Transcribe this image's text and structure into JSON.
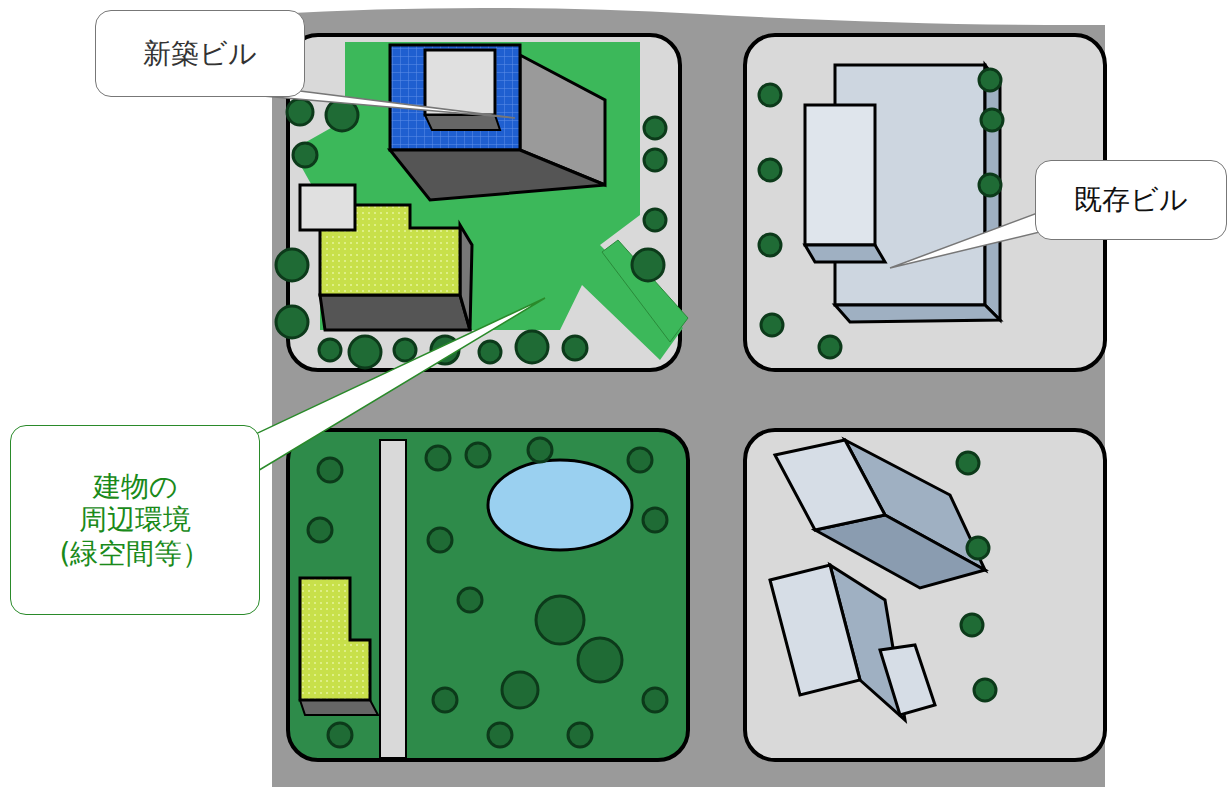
{
  "diagram": {
    "nodes": [
      {
        "text": [
          "新築ビル"
        ]
      },
      {
        "text": [
          "既存ビル"
        ]
      },
      {
        "text": [
          "建物の 周辺環境 (緑空間等）"
        ]
      }
    ]
  }
}
